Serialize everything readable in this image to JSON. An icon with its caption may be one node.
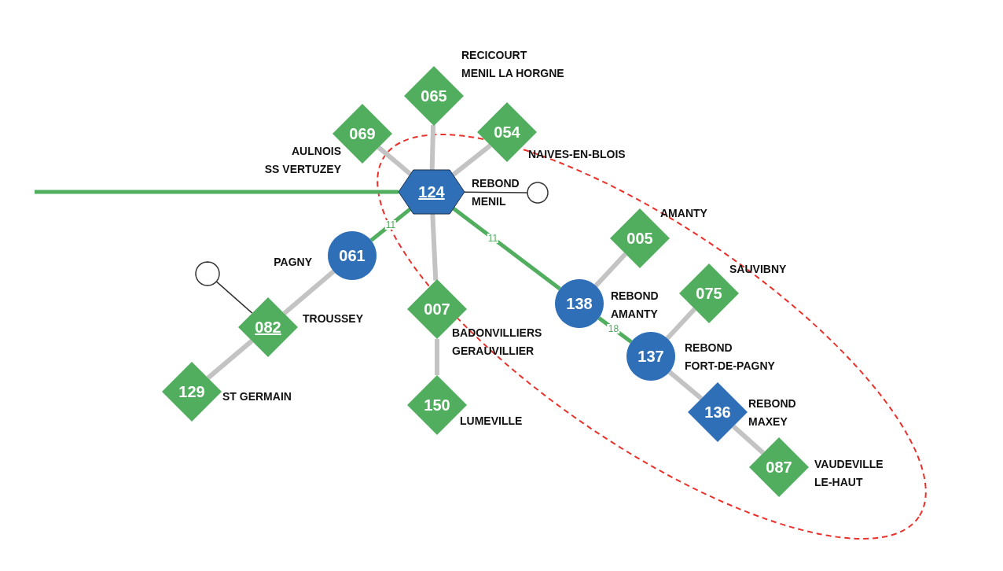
{
  "diagram": {
    "nodes": [
      {
        "text": [
          "065"
        ],
        "beside": [
          "RECICOURT MENIL LA HORGNE"
        ]
      },
      {
        "text": [
          "069"
        ],
        "beside": [
          "AULNOIS SS VERTUZEY"
        ]
      },
      {
        "text": [
          "054"
        ],
        "beside": [
          "NAIVES-EN-BLOIS"
        ]
      },
      {
        "text": [
          "124"
        ],
        "beside": [
          "REBOND MENIL"
        ]
      },
      {
        "text": [],
        "shape": "circle"
      },
      {
        "text": [
          "005"
        ],
        "beside": [
          "AMANTY"
        ]
      },
      {
        "text": [
          "061"
        ],
        "beside": [
          "PAGNY"
        ]
      },
      {
        "text": [],
        "shape": "circle"
      },
      {
        "text": [
          "138"
        ],
        "beside": [
          "REBOND AMANTY"
        ]
      },
      {
        "text": [
          "075"
        ],
        "beside": [
          "SAUVIBNY"
        ]
      },
      {
        "text": [
          "007"
        ],
        "beside": [
          "BADONVILLIERS GERAUVILLIER"
        ]
      },
      {
        "text": [
          "082"
        ],
        "beside": [
          "TROUSSEY"
        ]
      },
      {
        "text": [
          "137"
        ],
        "beside": [
          "REBOND FORT-DE-PAGNY"
        ]
      },
      {
        "text": [
          "136"
        ],
        "beside": [
          "REBOND MAXEY"
        ]
      },
      {
        "text": [
          "129"
        ],
        "beside": [
          "ST GERMAIN"
        ]
      },
      {
        "text": [
          "150"
        ],
        "beside": [
          "LUMEVILLE"
        ]
      },
      {
        "text": [
          "087"
        ],
        "beside": [
          "VAUDEVILLE LE-HAUT"
        ]
      }
    ],
    "edges": [
      {
        "from": null,
        "to": 3,
        "arrow": "none",
        "color": "#52ae5f"
      },
      {
        "from": 0,
        "to": 3,
        "arrow": "none"
      },
      {
        "from": 1,
        "to": 3,
        "arrow": "none"
      },
      {
        "from": 2,
        "to": 3,
        "arrow": "none"
      },
      {
        "from": 3,
        "to": 4,
        "arrow": "none",
        "color": "#333333"
      },
      {
        "from": 3,
        "to": 6,
        "arrow": "none",
        "label": "11",
        "color": "#52ae5f"
      },
      {
        "from": 3,
        "to": 8,
        "arrow": "none",
        "label": "11",
        "color": "#52ae5f"
      },
      {
        "from": 3,
        "to": 10,
        "arrow": "none"
      },
      {
        "from": 10,
        "to": 15,
        "arrow": "none"
      },
      {
        "from": 6,
        "to": 11,
        "arrow": "none"
      },
      {
        "from": 11,
        "to": 7,
        "arrow": "none",
        "color": "#333333"
      },
      {
        "from": 11,
        "to": 14,
        "arrow": "none"
      },
      {
        "from": 8,
        "to": 5,
        "arrow": "none"
      },
      {
        "from": 8,
        "to": 12,
        "arrow": "none",
        "label": "18",
        "color": "#52ae5f"
      },
      {
        "from": 12,
        "to": 9,
        "arrow": "none"
      },
      {
        "from": 12,
        "to": 13,
        "arrow": "none"
      },
      {
        "from": 13,
        "to": 16,
        "arrow": "none"
      }
    ]
  }
}
